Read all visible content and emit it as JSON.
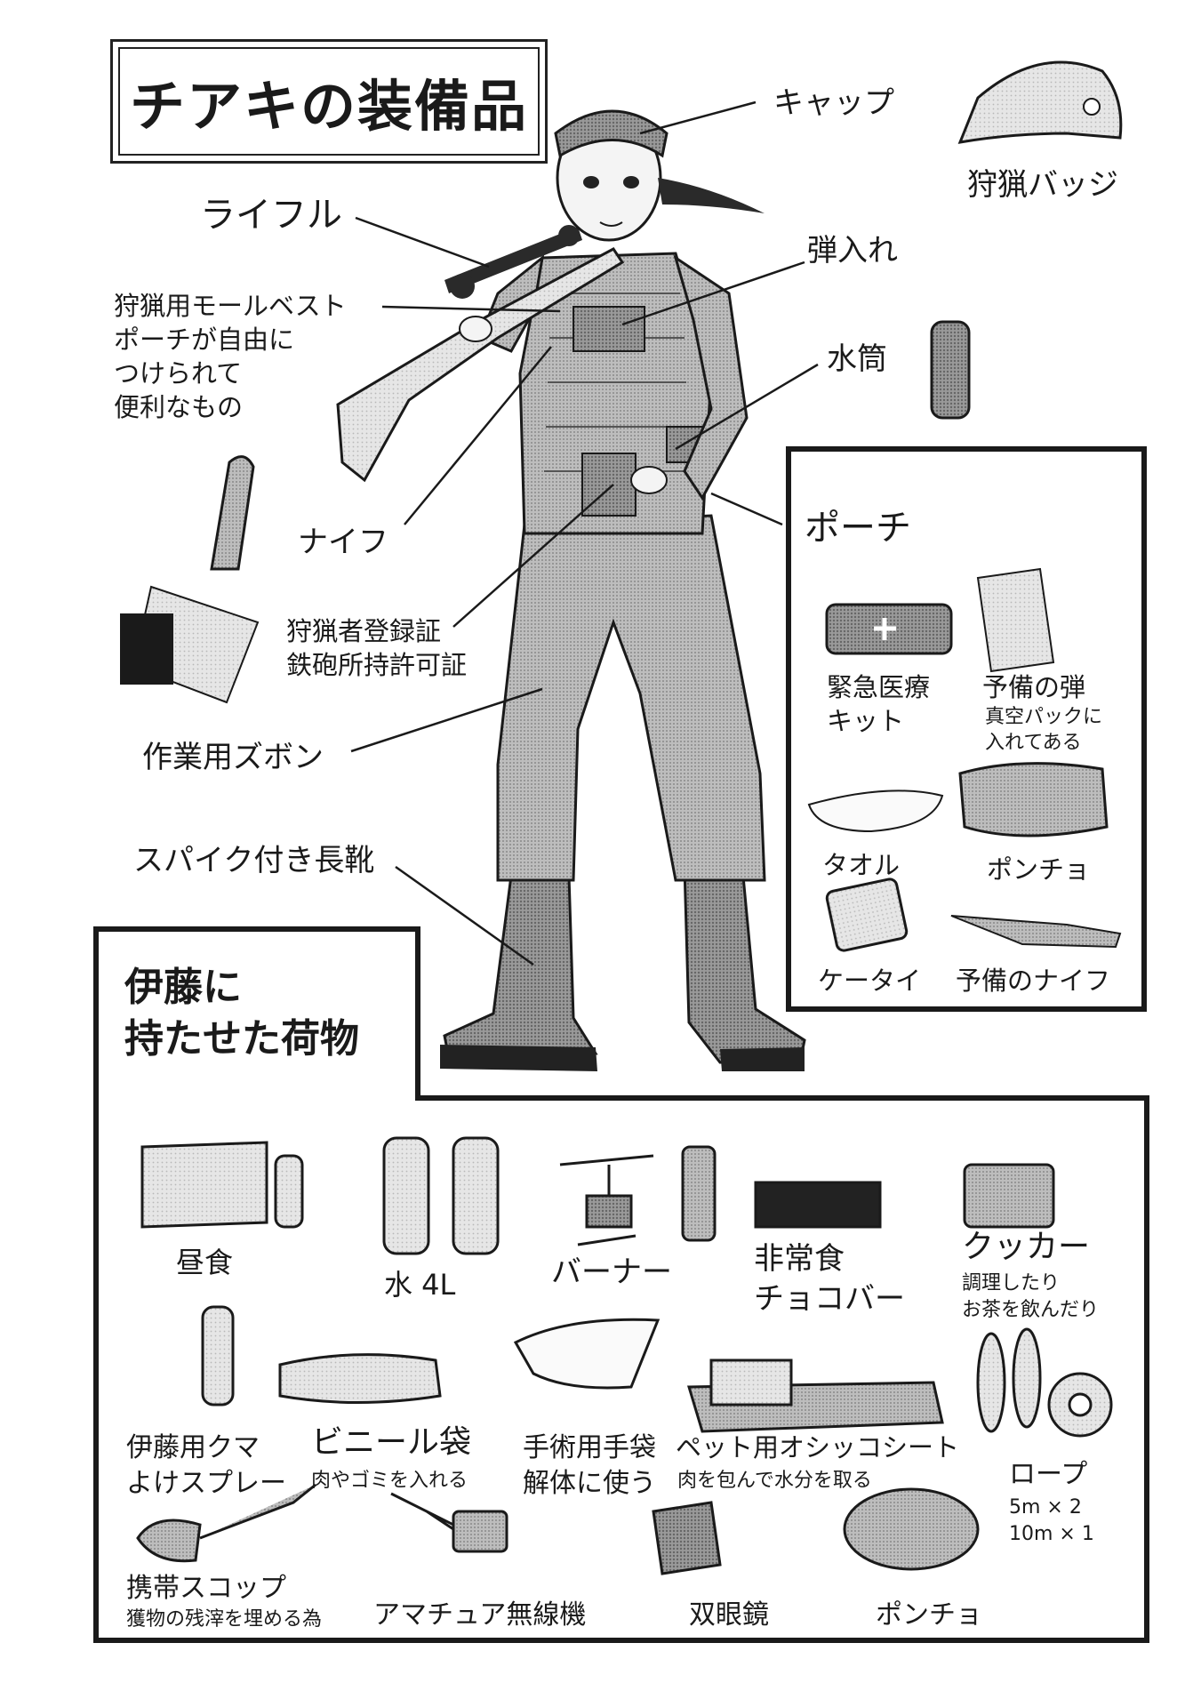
{
  "title": "チアキの装備品",
  "character_labels": {
    "cap": "キャップ",
    "badge": "狩猟バッジ",
    "rifle": "ライフル",
    "ammo_holder": "弾入れ",
    "vest": "狩猟用モールベスト",
    "vest_note": [
      "ポーチが自由に",
      "つけられて",
      "便利なもの"
    ],
    "canteen": "水筒",
    "knife": "ナイフ",
    "license": [
      "狩猟者登録証",
      "鉄砲所持許可証"
    ],
    "pants": "作業用ズボン",
    "boots": "スパイク付き長靴"
  },
  "pouch": {
    "heading": "ポーチ",
    "items": {
      "first_aid": [
        "緊急医療",
        "キット"
      ],
      "spare_ammo": "予備の弾",
      "spare_ammo_note": [
        "真空パックに",
        "入れてある"
      ],
      "towel": "タオル",
      "poncho": "ポンチョ",
      "phone": "ケータイ",
      "spare_knife": "予備のナイフ"
    }
  },
  "luggage": {
    "heading": [
      "伊藤に",
      "持たせた荷物"
    ],
    "items": {
      "lunch": "昼食",
      "water": "水 4L",
      "burner": "バーナー",
      "emergency_food": [
        "非常食",
        "チョコバー"
      ],
      "cooker": "クッカー",
      "cooker_note": [
        "調理したり",
        "お茶を飲んだり"
      ],
      "bear_spray": [
        "伊藤用クマ",
        "よけスプレー"
      ],
      "vinyl_bag": "ビニール袋",
      "vinyl_bag_note": "肉やゴミを入れる",
      "gloves": [
        "手術用手袋",
        "解体に使う"
      ],
      "pet_sheet": "ペット用オシッコシート",
      "pet_sheet_note": "肉を包んで水分を取る",
      "rope": "ロープ",
      "rope_note": [
        "5m × 2",
        "10m × 1"
      ],
      "shovel": "携帯スコップ",
      "shovel_note": "獲物の残滓を埋める為",
      "radio": "アマチュア無線機",
      "binoculars": "双眼鏡",
      "poncho": "ポンチョ"
    }
  }
}
